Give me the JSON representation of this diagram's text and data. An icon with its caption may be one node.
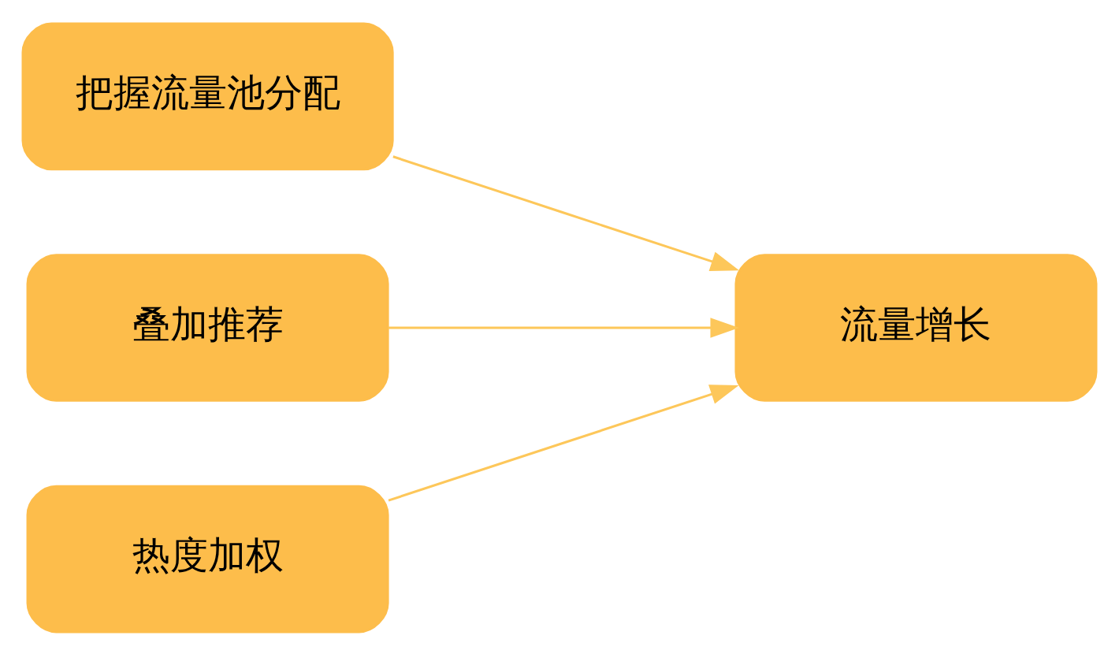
{
  "diagram": {
    "nodes": [
      {
        "text": [
          "把握流量池分配"
        ]
      },
      {
        "text": [
          "叠加推荐"
        ]
      },
      {
        "text": [
          "热度加权"
        ]
      },
      {
        "text": [
          "流量增长"
        ]
      }
    ],
    "edges": [
      {
        "from": 0,
        "to": 3,
        "arrow": "to"
      },
      {
        "from": 1,
        "to": 3,
        "arrow": "to"
      },
      {
        "from": 2,
        "to": 3,
        "arrow": "to"
      }
    ]
  }
}
